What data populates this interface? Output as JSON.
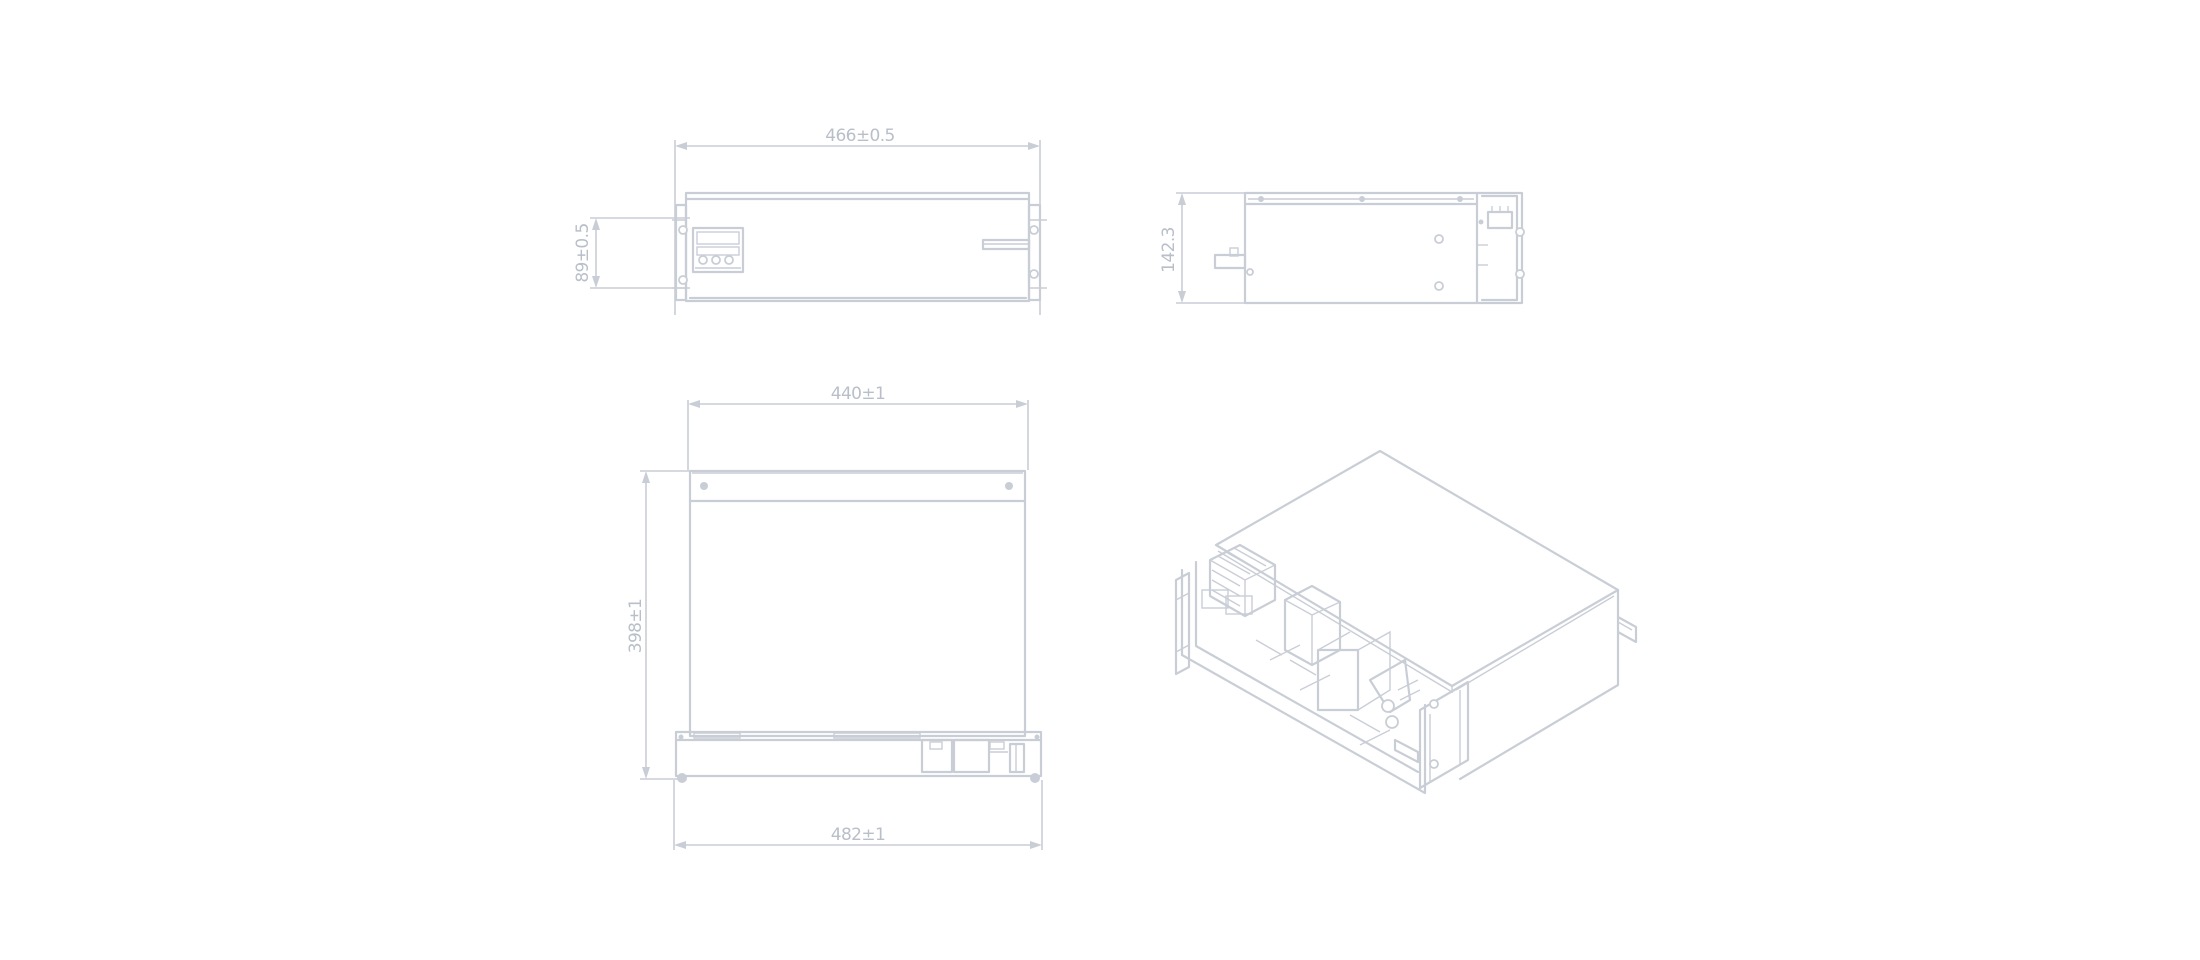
{
  "dimensions": {
    "front_width": "466±0.5",
    "front_height": "89±0.5",
    "side_height": "142.3",
    "top_width": "440±1",
    "top_depth": "398±1",
    "overall_width": "482±1"
  },
  "colors": {
    "line": "#c9ced6",
    "text": "#b9bfc9",
    "background": "#ffffff"
  }
}
